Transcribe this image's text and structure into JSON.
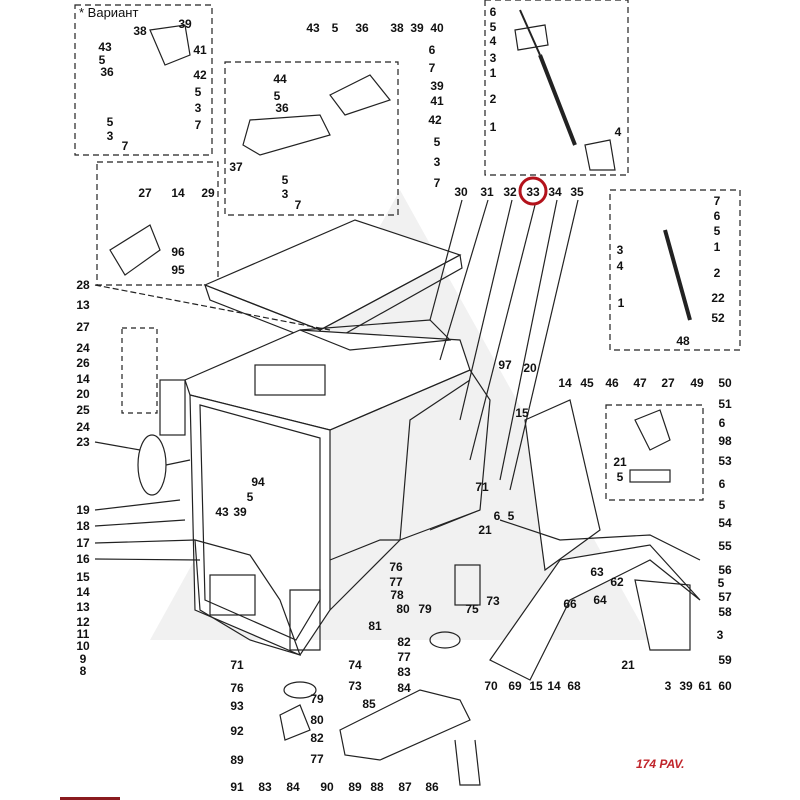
{
  "variant_label": "* Вариант",
  "sheet_label": "174 PAV.",
  "highlighted_callout": "33",
  "colors": {
    "line": "#222222",
    "highlight": "#b3121b",
    "watermark": "#ececec",
    "sheet_label": "#c0242a"
  },
  "callouts": [
    "39",
    "38",
    "43",
    "41",
    "5",
    "36",
    "42",
    "5",
    "3",
    "5",
    "7",
    "3",
    "7",
    "43",
    "5",
    "36",
    "38",
    "39",
    "40",
    "6",
    "7",
    "44",
    "39",
    "5",
    "36",
    "41",
    "42",
    "37",
    "5",
    "3",
    "5",
    "7",
    "3",
    "7",
    "6",
    "5",
    "4",
    "3",
    "1",
    "2",
    "1",
    "4",
    "30",
    "31",
    "32",
    "33",
    "34",
    "35",
    "7",
    "6",
    "5",
    "1",
    "3",
    "4",
    "2",
    "22",
    "1",
    "52",
    "48",
    "27",
    "14",
    "29",
    "96",
    "95",
    "28",
    "13",
    "27",
    "24",
    "26",
    "14",
    "20",
    "25",
    "24",
    "23",
    "19",
    "18",
    "17",
    "16",
    "15",
    "14",
    "13",
    "12",
    "11",
    "10",
    "9",
    "8",
    "94",
    "5",
    "43",
    "39",
    "97",
    "20",
    "14",
    "45",
    "46",
    "47",
    "27",
    "49",
    "50",
    "15",
    "51",
    "6",
    "98",
    "21",
    "53",
    "5",
    "6",
    "5",
    "54",
    "55",
    "56",
    "5",
    "57",
    "58",
    "3",
    "59",
    "60",
    "61",
    "39",
    "3",
    "21",
    "71",
    "6",
    "5",
    "21",
    "63",
    "62",
    "64",
    "66",
    "73",
    "76",
    "77",
    "78",
    "79",
    "75",
    "80",
    "82",
    "77",
    "83",
    "84",
    "70",
    "69",
    "15",
    "14",
    "68",
    "81",
    "71",
    "74",
    "76",
    "73",
    "93",
    "79",
    "80",
    "92",
    "82",
    "77",
    "89",
    "91",
    "83",
    "84",
    "90",
    "89",
    "88",
    "87",
    "86",
    "85"
  ]
}
